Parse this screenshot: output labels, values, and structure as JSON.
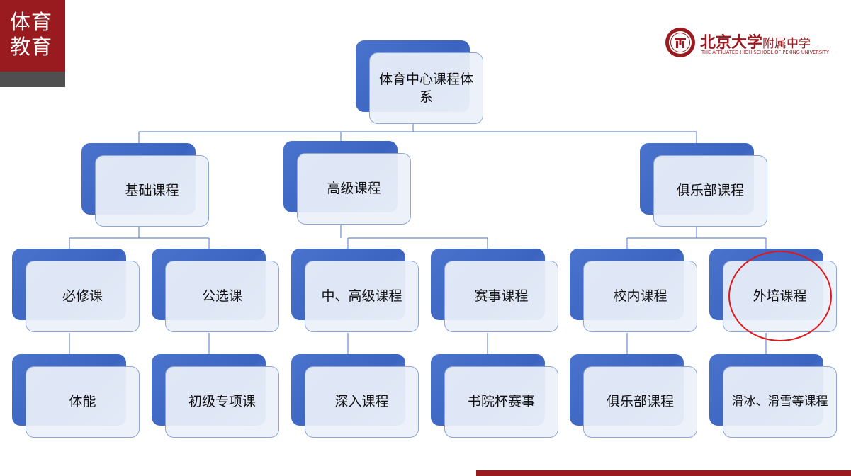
{
  "badge": {
    "line1": "体育",
    "line2": "教育"
  },
  "logo": {
    "seal_icon": "peking-university-seal-icon",
    "name_cn": "北京大学",
    "suffix_cn": "附属中学",
    "name_en": "THE AFFILIATED HIGH SCHOOL OF PEKING UNIVERSITY"
  },
  "colors": {
    "brand_red": "#9a1b1f",
    "node_blue": "#3b64c0",
    "highlight_red": "#e0181c"
  },
  "tree": {
    "root": "体育中心课程体系",
    "level1": [
      "基础课程",
      "高级课程",
      "俱乐部课程"
    ],
    "level2": [
      "必修课",
      "公选课",
      "中、高级课程",
      "赛事课程",
      "校内课程",
      "外培课程"
    ],
    "level3": [
      "体能",
      "初级专项课",
      "深入课程",
      "书院杯赛事",
      "俱乐部课程",
      "滑冰、滑雪等课程"
    ]
  },
  "highlight": {
    "node": "外培课程"
  }
}
